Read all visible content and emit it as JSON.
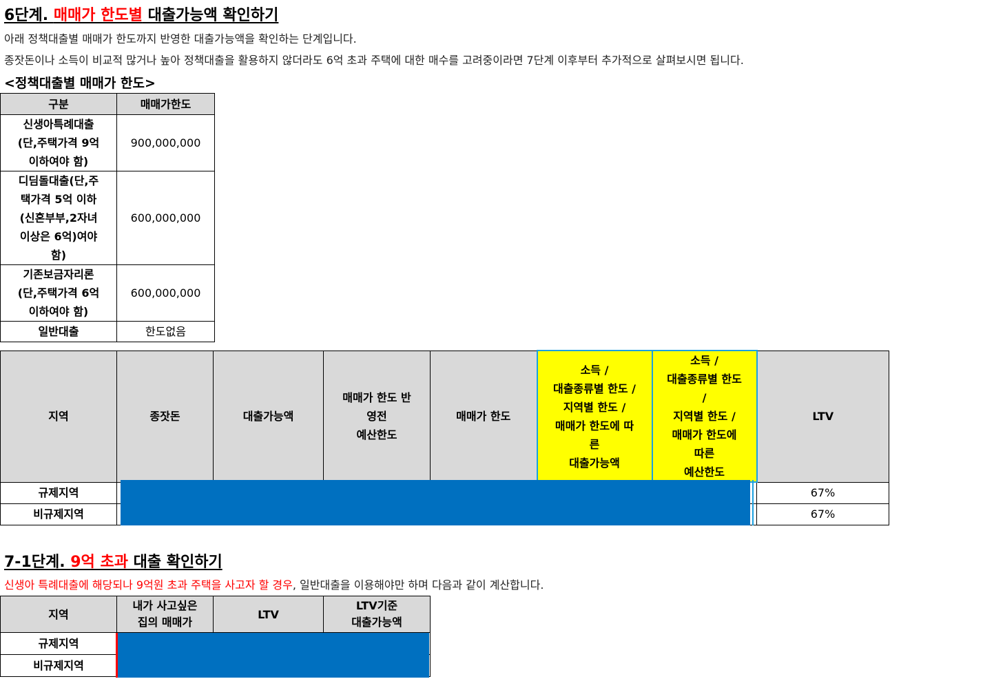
{
  "section6": {
    "title_prefix": "6단계. ",
    "title_red": "매매가 한도별",
    "title_suffix": " 대출가능액 확인하기",
    "desc1": "아래 정책대출별 매매가 한도까지 반영한 대출가능액을 확인하는 단계입니다.",
    "desc2": "종잣돈이나 소득이 비교적 많거나 높아 정책대출을 활용하지 않더라도 6억 초과 주택에 대한 매수를 고려중이라면 7단계 이후부터 추가적으로 살펴보시면 됩니다.",
    "subheading": "<정책대출별 매매가 한도>",
    "limit_table": {
      "headers": [
        "구분",
        "매매가한도"
      ],
      "rows": [
        {
          "name": "신생아특례대출\n(단,주택가격 9억\n이하여야 함)",
          "value": "900,000,000"
        },
        {
          "name": "디딤돌대출(단,주\n택가격 5억 이하\n(신혼부부,2자녀\n이상은 6억)여야\n함)",
          "value": "600,000,000"
        },
        {
          "name": "기존보금자리론\n(단,주택가격 6억\n이하여야 함)",
          "value": "600,000,000"
        },
        {
          "name": "일반대출",
          "value": "한도없음"
        }
      ]
    },
    "calc_table": {
      "headers": [
        "지역",
        "종잣돈",
        "대출가능액",
        "매매가 한도 반\n영전\n예산한도",
        "매매가 한도",
        "소득 /\n대출종류별 한도 /\n지역별 한도 /\n매매가 한도에 따\n른\n대출가능액",
        "소득 /\n대출종류별 한도\n/\n지역별 한도 /\n매매가 한도에\n따른\n예산한도",
        "LTV"
      ],
      "rows": [
        {
          "region": "규제지역",
          "ltv": "67%"
        },
        {
          "region": "비규제지역",
          "ltv": "67%"
        }
      ]
    }
  },
  "section71": {
    "title_prefix": "7-1단계. ",
    "title_red": "9억 초과",
    "title_suffix": " 대출 확인하기",
    "desc_red": "신생아 특례대출에 해당되나 9억원 초과 주택을 사고자 할 경우",
    "desc_rest": ", 일반대출을 이용해야만 하며 다음과 같이 계산합니다.",
    "table": {
      "headers": [
        "지역",
        "내가 사고싶은\n집의 매매가",
        "LTV",
        "LTV기준\n대출가능액"
      ],
      "rows": [
        {
          "region": "규제지역"
        },
        {
          "region": "비규제지역"
        }
      ]
    }
  },
  "colors": {
    "red": "#ff0000",
    "header_gray": "#d9d9d9",
    "highlight_yellow": "#ffff00",
    "fill_blue": "#0070c0",
    "highlight_border": "#1aa0e0"
  }
}
